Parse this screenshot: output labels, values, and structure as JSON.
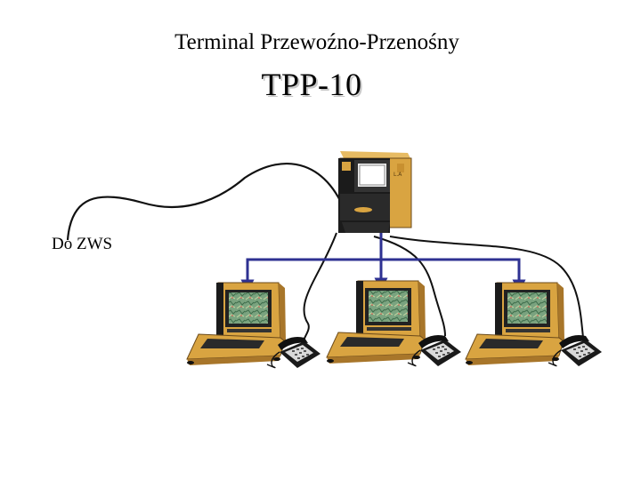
{
  "title": "Terminal Przewoźno-Przenośny",
  "model": "TPP-10",
  "external_label": "Do ZWS",
  "colors": {
    "bus": "#2e3192",
    "cable": "#111111",
    "terminal_body": "#d9a441",
    "terminal_body_dark": "#a8762a",
    "screen_map": "#6f9a78",
    "phone": "#1a1a1a"
  },
  "devices": {
    "main_unit": "main-terminal-unit",
    "workstations": [
      "workstation-1",
      "workstation-2",
      "workstation-3"
    ],
    "phones": [
      "telephone-1",
      "telephone-2",
      "telephone-3"
    ]
  }
}
